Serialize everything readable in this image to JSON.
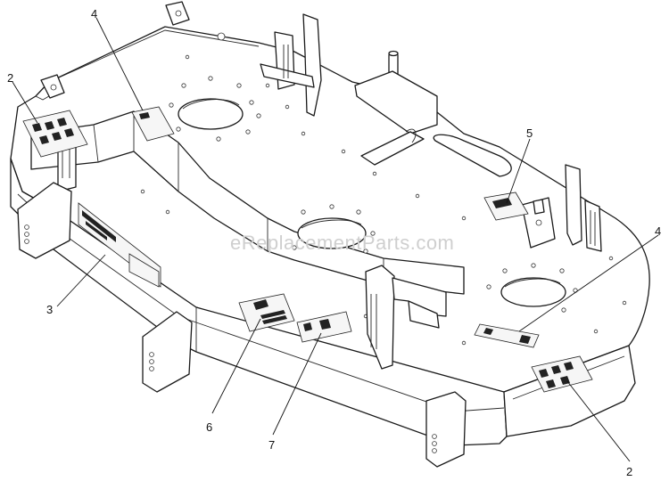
{
  "watermark": "eReplacementParts.com",
  "callouts": [
    {
      "id": "callout-2-left",
      "label": "2"
    },
    {
      "id": "callout-4-left",
      "label": "4"
    },
    {
      "id": "callout-5",
      "label": "5"
    },
    {
      "id": "callout-4-right",
      "label": "4"
    },
    {
      "id": "callout-3",
      "label": "3"
    },
    {
      "id": "callout-6",
      "label": "6"
    },
    {
      "id": "callout-7",
      "label": "7"
    },
    {
      "id": "callout-2-right",
      "label": "2"
    }
  ]
}
